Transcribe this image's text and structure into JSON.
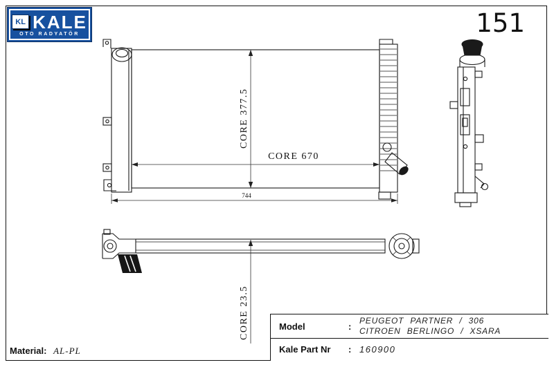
{
  "page": {
    "number": "151"
  },
  "logo": {
    "monogram": "KL",
    "name": "KALE",
    "subtitle": "OTO RADYATÖR"
  },
  "colors": {
    "brand_blue": "#17519f",
    "line_black": "#1a1a1a"
  },
  "dimensions": {
    "core_height": "CORE 377.5",
    "core_width": "CORE 670",
    "overall_width": "744",
    "core_depth": "CORE 23.5"
  },
  "material": {
    "label": "Material:",
    "value": "AL-PL"
  },
  "info_table": {
    "colon": ":",
    "model": {
      "label": "Model",
      "line1": "PEUGEOT PARTNER / 306",
      "line2": "CITROEN BERLINGO / XSARA"
    },
    "part": {
      "label": "Kale Part Nr",
      "value": "160900"
    }
  }
}
